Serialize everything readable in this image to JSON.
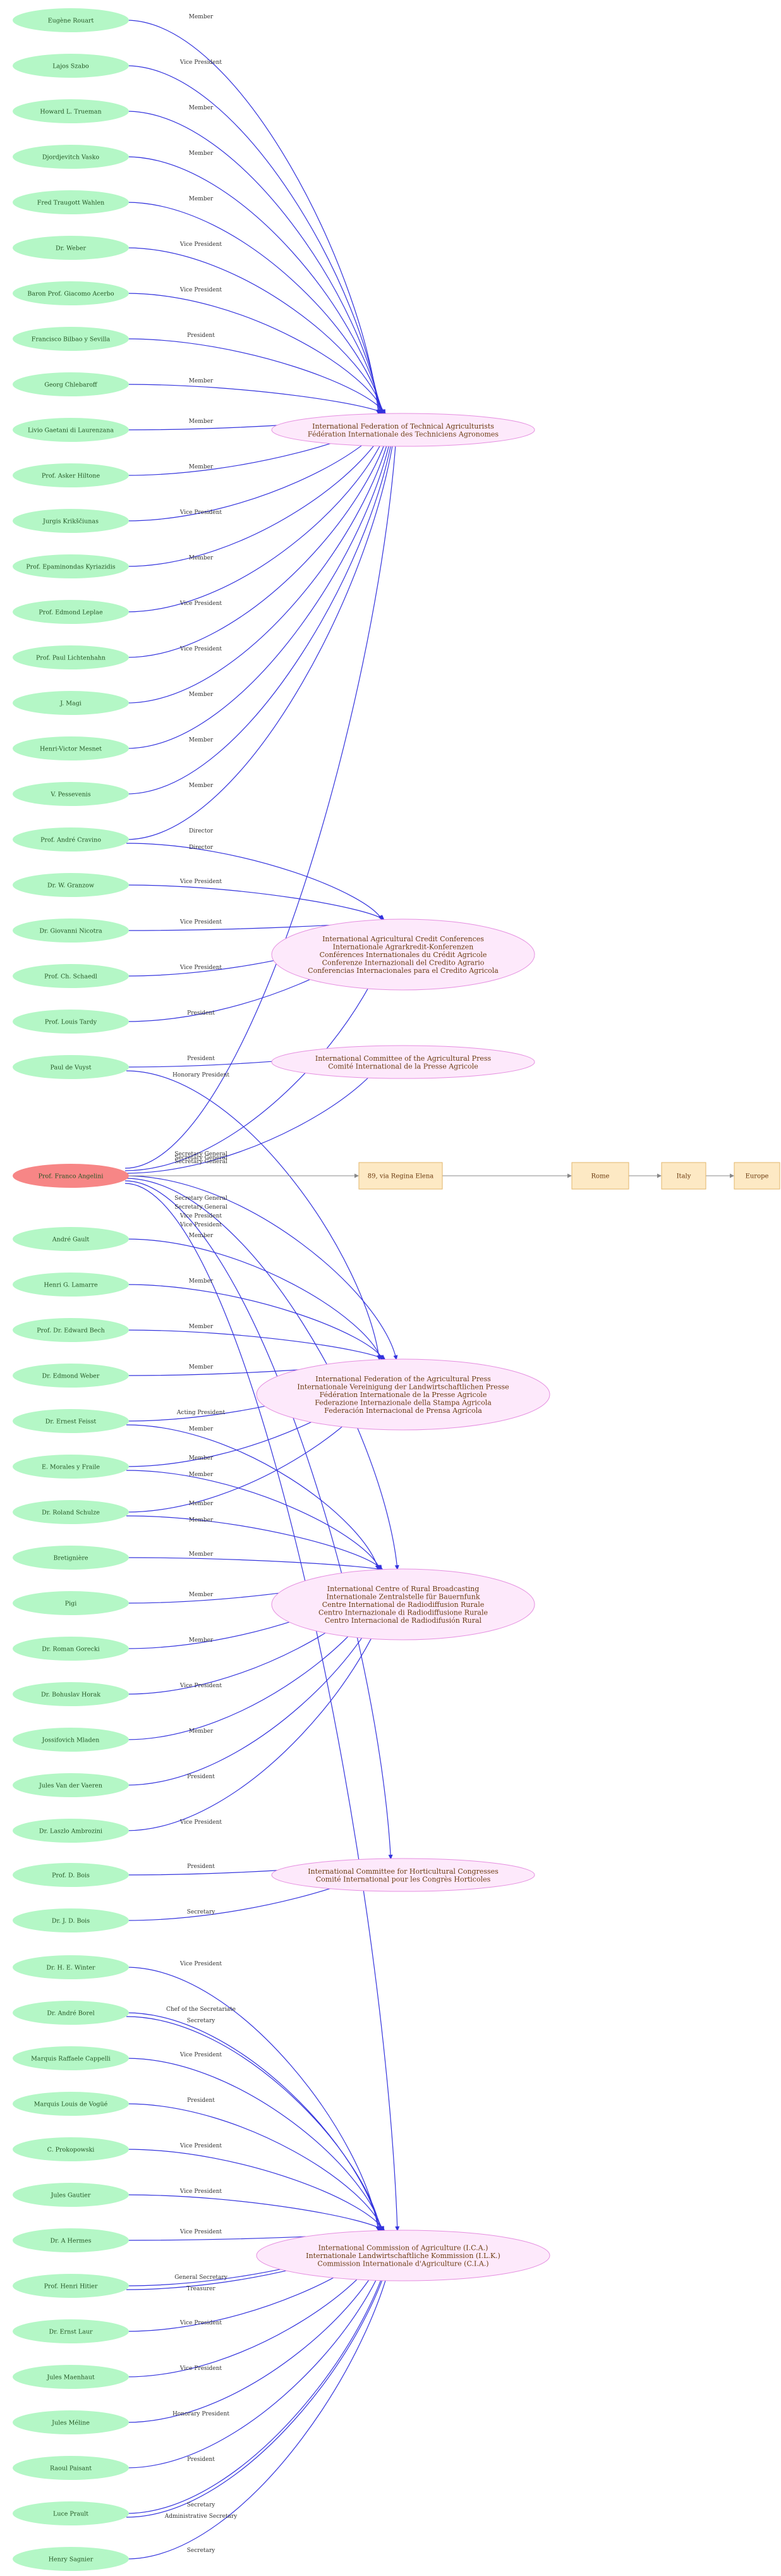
{
  "colors": {
    "person_fill": "#b4f7c6",
    "center_fill": "#f78686",
    "org_fill": "#fde9fb",
    "org_stroke": "#e58ee0",
    "box_fill": "#fde9c4",
    "box_stroke": "#e2b66b",
    "edge": "#3333dd",
    "place_edge": "#888888"
  },
  "organizations": [
    {
      "id": "ifta",
      "lines": [
        "International Federation of Technical Agriculturists",
        "Fédération Internationale des Techniciens Agronomes"
      ]
    },
    {
      "id": "iacc",
      "lines": [
        "International Agricultural Credit Conferences",
        "Internationale Agrarkredit-Konferenzen",
        "Conférences Internationales du Crédit Agricole",
        "Conferenze Internazionali del Credito Agrario",
        "Conferencias Internacionales para el Credito Agricola"
      ]
    },
    {
      "id": "icap",
      "lines": [
        "International Committee of the Agricultural Press",
        "Comité International de la Presse Agricole"
      ]
    },
    {
      "id": "ifap",
      "lines": [
        "International Federation of the Agricultural Press",
        "Internationale Vereinigung der Landwirtschaftlichen Presse",
        "Fédération Internationale de la Presse Agricole",
        "Federazione Internazionale della Stampa Agricola",
        "Federación Internacional de Prensa Agrícola"
      ]
    },
    {
      "id": "icrb",
      "lines": [
        "International Centre of Rural Broadcasting",
        "Internationale Zentralstelle für Bauernfunk",
        "Centre International de Radiodiffusion Rurale",
        "Centro Internazionale di Radiodiffusione Rurale",
        "Centro Internacional de Radiodifusión Rural"
      ]
    },
    {
      "id": "ichc",
      "lines": [
        "International Committee for Horticultural Congresses",
        "Comité International pour les Congrès Horticoles"
      ]
    },
    {
      "id": "ica",
      "lines": [
        "International Commission of Agriculture (I.C.A.)",
        "Internationale Landwirtschaftliche Kommission (I.L.K.)",
        "Commission Internationale d'Agriculture (C.I.A.)"
      ]
    }
  ],
  "center": {
    "id": "fa",
    "name": "Prof. Franco Angelini"
  },
  "places": [
    {
      "id": "addr",
      "label": "89, via Regina Elena"
    },
    {
      "id": "rome",
      "label": "Rome"
    },
    {
      "id": "italy",
      "label": "Italy"
    },
    {
      "id": "europe",
      "label": "Europe"
    }
  ],
  "place_links": [
    [
      "fa",
      "addr"
    ],
    [
      "addr",
      "rome"
    ],
    [
      "rome",
      "italy"
    ],
    [
      "italy",
      "europe"
    ]
  ],
  "center_links": [
    {
      "to": "ifta",
      "label": "Secretary General"
    },
    {
      "to": "iacc",
      "label": "Secretary General"
    },
    {
      "to": "icap",
      "label": "Secretary General"
    },
    {
      "to": "ifap",
      "label": "Secretary General"
    },
    {
      "to": "icrb",
      "label": "Secretary General"
    },
    {
      "to": "ichc",
      "label": "Vice President"
    },
    {
      "to": "ica",
      "label": "Vice President"
    }
  ],
  "people": [
    {
      "name": "Eugène Rouart",
      "links": [
        {
          "to": "ifta",
          "label": "Member"
        }
      ]
    },
    {
      "name": "Lajos Szabo",
      "links": [
        {
          "to": "ifta",
          "label": "Vice President"
        }
      ]
    },
    {
      "name": "Howard L. Trueman",
      "links": [
        {
          "to": "ifta",
          "label": "Member"
        }
      ]
    },
    {
      "name": "Djordjevitch Vasko",
      "links": [
        {
          "to": "ifta",
          "label": "Member"
        }
      ]
    },
    {
      "name": "Fred Traugott Wahlen",
      "links": [
        {
          "to": "ifta",
          "label": "Member"
        }
      ]
    },
    {
      "name": "Dr. Weber",
      "links": [
        {
          "to": "ifta",
          "label": "Vice President"
        }
      ]
    },
    {
      "name": "Baron Prof. Giacomo Acerbo",
      "links": [
        {
          "to": "ifta",
          "label": "Vice President"
        }
      ]
    },
    {
      "name": "Francisco Bilbao y Sevilla",
      "links": [
        {
          "to": "ifta",
          "label": "President"
        }
      ]
    },
    {
      "name": "Georg Chlebaroff",
      "links": [
        {
          "to": "ifta",
          "label": "Member"
        }
      ]
    },
    {
      "name": "Livio Gaetani di Laurenzana",
      "links": [
        {
          "to": "ifta",
          "label": "Member"
        }
      ]
    },
    {
      "name": "Prof. Asker Hiltone",
      "links": [
        {
          "to": "ifta",
          "label": "Member"
        }
      ]
    },
    {
      "name": "Jurgis Krikščiunas",
      "links": [
        {
          "to": "ifta",
          "label": "Vice President"
        }
      ]
    },
    {
      "name": "Prof. Epaminondas Kyriazidis",
      "links": [
        {
          "to": "ifta",
          "label": "Member"
        }
      ]
    },
    {
      "name": "Prof. Edmond Leplae",
      "links": [
        {
          "to": "ifta",
          "label": "Vice President"
        }
      ]
    },
    {
      "name": "Prof. Paul Lichtenhahn",
      "links": [
        {
          "to": "ifta",
          "label": "Vice President"
        }
      ]
    },
    {
      "name": "J. Magi",
      "links": [
        {
          "to": "ifta",
          "label": "Member"
        }
      ]
    },
    {
      "name": "Henri-Victor Mesnet",
      "links": [
        {
          "to": "ifta",
          "label": "Member"
        }
      ]
    },
    {
      "name": "V. Pessevenis",
      "links": [
        {
          "to": "ifta",
          "label": "Member"
        }
      ]
    },
    {
      "name": "Prof. André Cravino",
      "links": [
        {
          "to": "ifta",
          "label": "Director"
        },
        {
          "to": "iacc",
          "label": "Director"
        }
      ]
    },
    {
      "name": "Dr. W. Granzow",
      "links": [
        {
          "to": "iacc",
          "label": "Vice President"
        }
      ]
    },
    {
      "name": "Dr. Giovanni Nicotra",
      "links": [
        {
          "to": "iacc",
          "label": "Vice President"
        }
      ]
    },
    {
      "name": "Prof. Ch. Schaedl",
      "links": [
        {
          "to": "iacc",
          "label": "Vice President"
        }
      ]
    },
    {
      "name": "Prof. Louis Tardy",
      "links": [
        {
          "to": "iacc",
          "label": "President"
        }
      ]
    },
    {
      "name": "Paul de Vuyst",
      "links": [
        {
          "to": "icap",
          "label": "President"
        },
        {
          "to": "ifap",
          "label": "Honorary President"
        }
      ]
    },
    {
      "name": "André Gault",
      "links": [
        {
          "to": "ifap",
          "label": "Member"
        }
      ]
    },
    {
      "name": "Henri G. Lamarre",
      "links": [
        {
          "to": "ifap",
          "label": "Member"
        }
      ]
    },
    {
      "name": "Prof. Dr. Edward Bech",
      "links": [
        {
          "to": "ifap",
          "label": "Member"
        }
      ]
    },
    {
      "name": "Dr. Edmond Weber",
      "links": [
        {
          "to": "ifap",
          "label": "Member"
        }
      ]
    },
    {
      "name": "Dr. Ernest Feisst",
      "links": [
        {
          "to": "ifap",
          "label": "Acting President"
        },
        {
          "to": "icrb",
          "label": "Member"
        }
      ]
    },
    {
      "name": "E. Morales y Fraile",
      "links": [
        {
          "to": "ifap",
          "label": "Member"
        },
        {
          "to": "icrb",
          "label": "Member"
        }
      ]
    },
    {
      "name": "Dr. Roland Schulze",
      "links": [
        {
          "to": "ifap",
          "label": "Member"
        },
        {
          "to": "icrb",
          "label": "Member"
        }
      ]
    },
    {
      "name": "Bretignière",
      "links": [
        {
          "to": "icrb",
          "label": "Member"
        }
      ]
    },
    {
      "name": "Pigi",
      "links": [
        {
          "to": "icrb",
          "label": "Member"
        }
      ]
    },
    {
      "name": "Dr. Roman Gorecki",
      "links": [
        {
          "to": "icrb",
          "label": "Member"
        }
      ]
    },
    {
      "name": "Dr. Bohuslav Horak",
      "links": [
        {
          "to": "icrb",
          "label": "Vice President"
        }
      ]
    },
    {
      "name": "Jossifovich Mladen",
      "links": [
        {
          "to": "icrb",
          "label": "Member"
        }
      ]
    },
    {
      "name": "Jules Van der Vaeren",
      "links": [
        {
          "to": "icrb",
          "label": "President"
        }
      ]
    },
    {
      "name": "Dr. Laszlo Ambrozini",
      "links": [
        {
          "to": "icrb",
          "label": "Vice President"
        }
      ]
    },
    {
      "name": "Prof. D. Bois",
      "links": [
        {
          "to": "ichc",
          "label": "President"
        }
      ]
    },
    {
      "name": "Dr. J. D. Bois",
      "links": [
        {
          "to": "ichc",
          "label": "Secretary"
        }
      ]
    },
    {
      "name": "Dr. H. E. Winter",
      "links": [
        {
          "to": "ica",
          "label": "Vice President"
        }
      ]
    },
    {
      "name": "Dr. André Borel",
      "links": [
        {
          "to": "ica",
          "label": "Chef of the Secretariate"
        },
        {
          "to": "ica",
          "label": "Secretary"
        }
      ]
    },
    {
      "name": "Marquis Raffaele Cappelli",
      "links": [
        {
          "to": "ica",
          "label": "Vice President"
        }
      ]
    },
    {
      "name": "Marquis Louis de Vogüé",
      "links": [
        {
          "to": "ica",
          "label": "President"
        }
      ]
    },
    {
      "name": "C. Prokopowski",
      "links": [
        {
          "to": "ica",
          "label": "Vice President"
        }
      ]
    },
    {
      "name": "Jules Gautier",
      "links": [
        {
          "to": "ica",
          "label": "Vice President"
        }
      ]
    },
    {
      "name": "Dr. A Hermes",
      "links": [
        {
          "to": "ica",
          "label": "Vice President"
        }
      ]
    },
    {
      "name": "Prof. Henri Hitier",
      "links": [
        {
          "to": "ica",
          "label": "General Secretary"
        },
        {
          "to": "ica",
          "label": "Treasurer"
        }
      ]
    },
    {
      "name": "Dr. Ernst Laur",
      "links": [
        {
          "to": "ica",
          "label": "Vice President"
        }
      ]
    },
    {
      "name": "Jules Maenhaut",
      "links": [
        {
          "to": "ica",
          "label": "Vice President"
        }
      ]
    },
    {
      "name": "Jules Méline",
      "links": [
        {
          "to": "ica",
          "label": "Honorary President"
        }
      ]
    },
    {
      "name": "Raoul Paisant",
      "links": [
        {
          "to": "ica",
          "label": "President"
        }
      ]
    },
    {
      "name": "Luce Prault",
      "links": [
        {
          "to": "ica",
          "label": "Secretary"
        },
        {
          "to": "ica",
          "label": "Administrative Secretary"
        }
      ]
    },
    {
      "name": "Henry Sagnier",
      "links": [
        {
          "to": "ica",
          "label": "Secretary"
        }
      ]
    }
  ]
}
